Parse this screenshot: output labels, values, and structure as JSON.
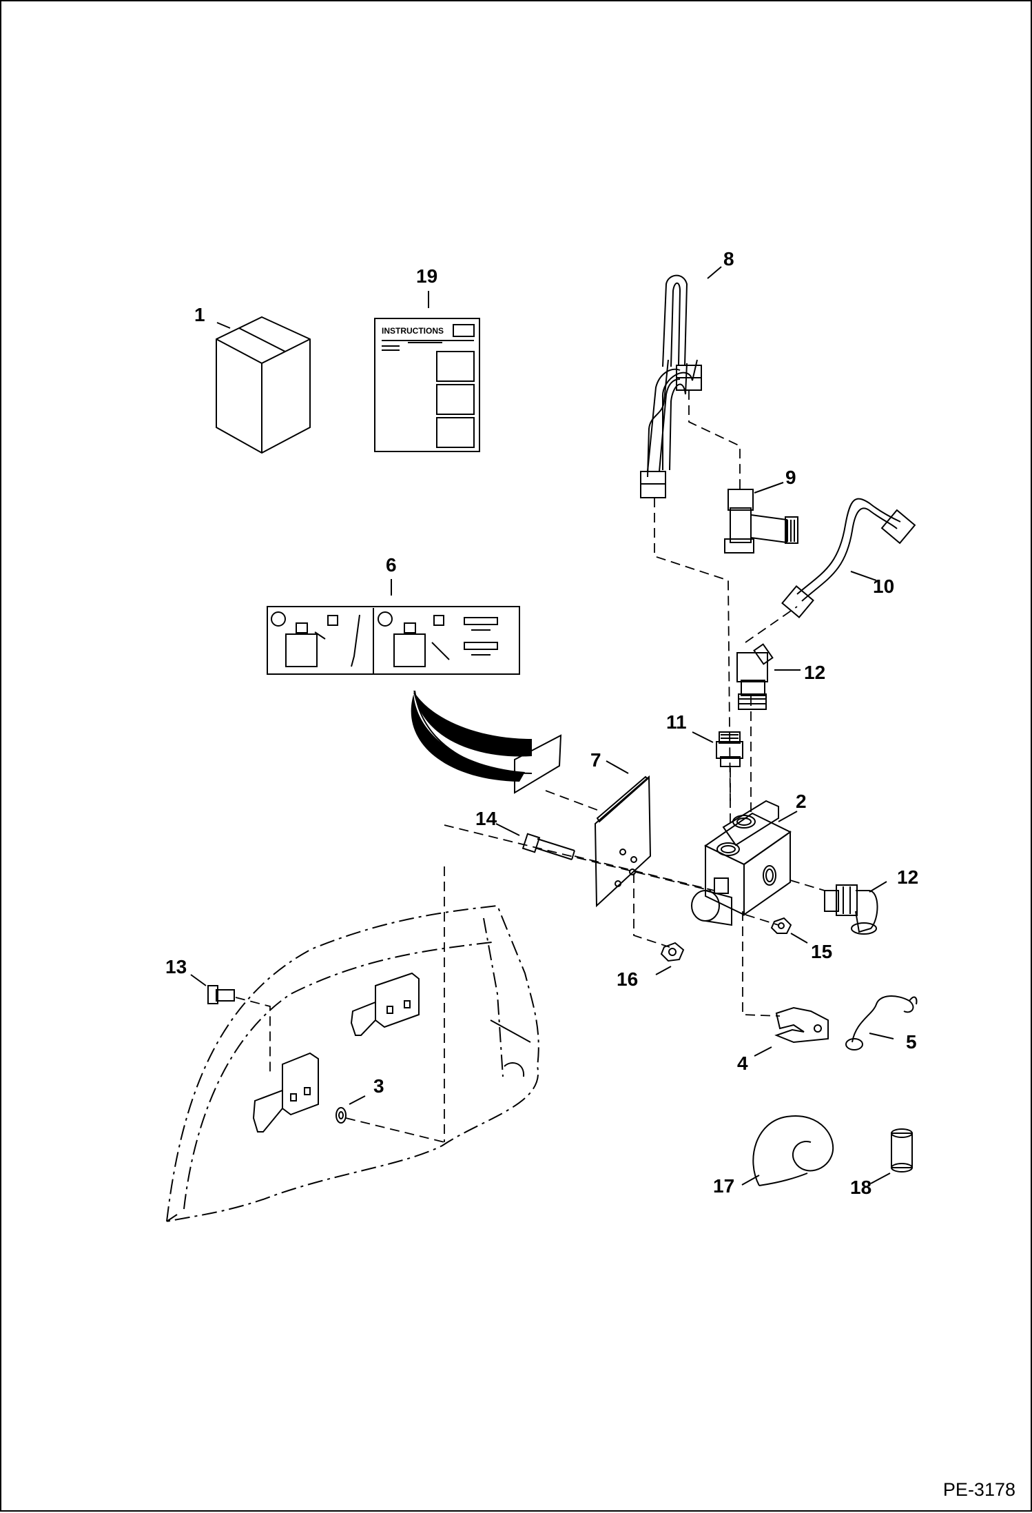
{
  "callouts": [
    {
      "id": "c1",
      "label": "1"
    },
    {
      "id": "c2",
      "label": "2"
    },
    {
      "id": "c3",
      "label": "3"
    },
    {
      "id": "c4",
      "label": "4"
    },
    {
      "id": "c5",
      "label": "5"
    },
    {
      "id": "c6",
      "label": "6"
    },
    {
      "id": "c7",
      "label": "7"
    },
    {
      "id": "c8",
      "label": "8"
    },
    {
      "id": "c9",
      "label": "9"
    },
    {
      "id": "c10",
      "label": "10"
    },
    {
      "id": "c11",
      "label": "11"
    },
    {
      "id": "c12a",
      "label": "12"
    },
    {
      "id": "c12b",
      "label": "12"
    },
    {
      "id": "c13",
      "label": "13"
    },
    {
      "id": "c14",
      "label": "14"
    },
    {
      "id": "c15",
      "label": "15"
    },
    {
      "id": "c16",
      "label": "16"
    },
    {
      "id": "c17",
      "label": "17"
    },
    {
      "id": "c18",
      "label": "18"
    },
    {
      "id": "c19",
      "label": "19"
    }
  ],
  "instructions_sheet": {
    "heading": "INSTRUCTIONS"
  },
  "figure_code": "PE-3178"
}
